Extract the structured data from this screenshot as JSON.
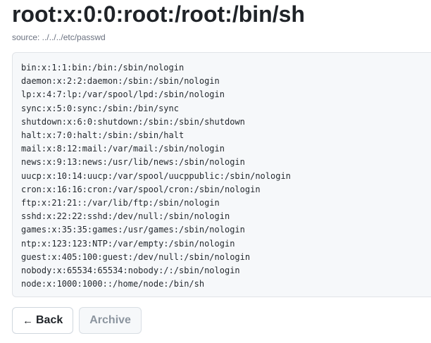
{
  "header": {
    "title": "root:x:0:0:root:/root:/bin/sh",
    "source": "source: ../../../etc/passwd"
  },
  "file": {
    "lines": [
      "bin:x:1:1:bin:/bin:/sbin/nologin",
      "daemon:x:2:2:daemon:/sbin:/sbin/nologin",
      "lp:x:4:7:lp:/var/spool/lpd:/sbin/nologin",
      "sync:x:5:0:sync:/sbin:/bin/sync",
      "shutdown:x:6:0:shutdown:/sbin:/sbin/shutdown",
      "halt:x:7:0:halt:/sbin:/sbin/halt",
      "mail:x:8:12:mail:/var/mail:/sbin/nologin",
      "news:x:9:13:news:/usr/lib/news:/sbin/nologin",
      "uucp:x:10:14:uucp:/var/spool/uucppublic:/sbin/nologin",
      "cron:x:16:16:cron:/var/spool/cron:/sbin/nologin",
      "ftp:x:21:21::/var/lib/ftp:/sbin/nologin",
      "sshd:x:22:22:sshd:/dev/null:/sbin/nologin",
      "games:x:35:35:games:/usr/games:/sbin/nologin",
      "ntp:x:123:123:NTP:/var/empty:/sbin/nologin",
      "guest:x:405:100:guest:/dev/null:/sbin/nologin",
      "nobody:x:65534:65534:nobody:/:/sbin/nologin",
      "node:x:1000:1000::/home/node:/bin/sh"
    ]
  },
  "actions": {
    "back_arrow": "←",
    "back_label": "Back",
    "archive_label": "Archive"
  }
}
